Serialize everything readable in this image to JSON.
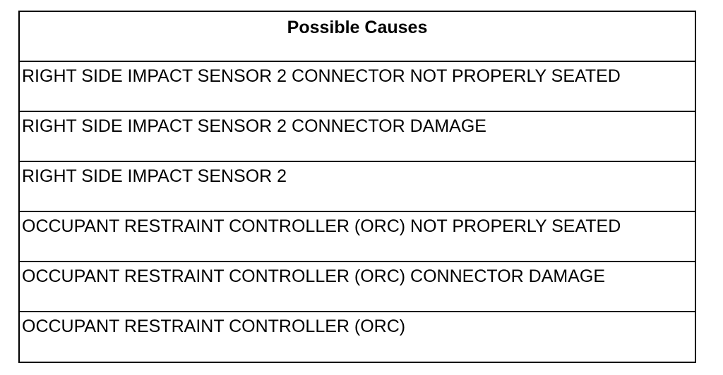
{
  "table": {
    "header": "Possible Causes",
    "rows": [
      "RIGHT SIDE IMPACT SENSOR 2 CONNECTOR NOT PROPERLY SEATED",
      "RIGHT SIDE IMPACT SENSOR 2 CONNECTOR DAMAGE",
      "RIGHT SIDE IMPACT SENSOR 2",
      "OCCUPANT RESTRAINT CONTROLLER (ORC) NOT PROPERLY SEATED",
      "OCCUPANT RESTRAINT CONTROLLER (ORC) CONNECTOR DAMAGE",
      "OCCUPANT RESTRAINT CONTROLLER (ORC)"
    ]
  }
}
